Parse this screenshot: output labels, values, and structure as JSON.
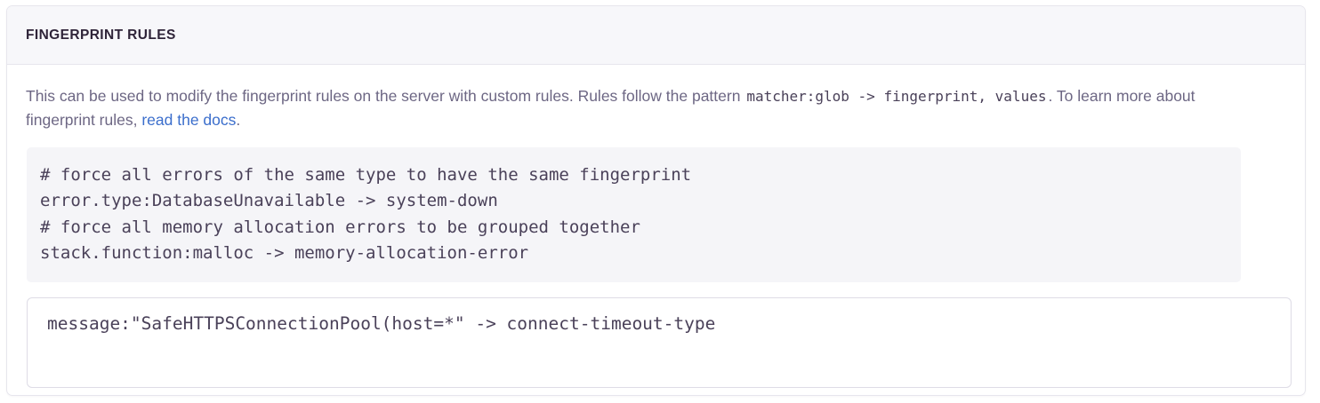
{
  "panel": {
    "title": "FINGERPRINT RULES"
  },
  "description": {
    "text_before_code": "This can be used to modify the fingerprint rules on the server with custom rules. Rules follow the pattern ",
    "inline_code": "matcher:glob -> fingerprint, values",
    "text_after_code": ". To learn more about fingerprint rules, ",
    "link_label": "read the docs",
    "text_end": ".",
    "link_color": "#3b6ecc"
  },
  "example_code": {
    "lines": [
      "# force all errors of the same type to have the same fingerprint",
      "error.type:DatabaseUnavailable -> system-down",
      "# force all memory allocation errors to be grouped together",
      "stack.function:malloc -> memory-allocation-error"
    ]
  },
  "rules_editor": {
    "value": "message:\"SafeHTTPSConnectionPool(host=*\" -> connect-timeout-type",
    "placeholder": "matcher:glob -> fingerprint, values"
  },
  "colors": {
    "panel_border": "#e7e6ed",
    "header_background": "#f7f7fa",
    "code_background": "#f5f5f8",
    "title_text": "#2f2439",
    "body_text": "#6d6784",
    "code_text": "#4a4159"
  }
}
